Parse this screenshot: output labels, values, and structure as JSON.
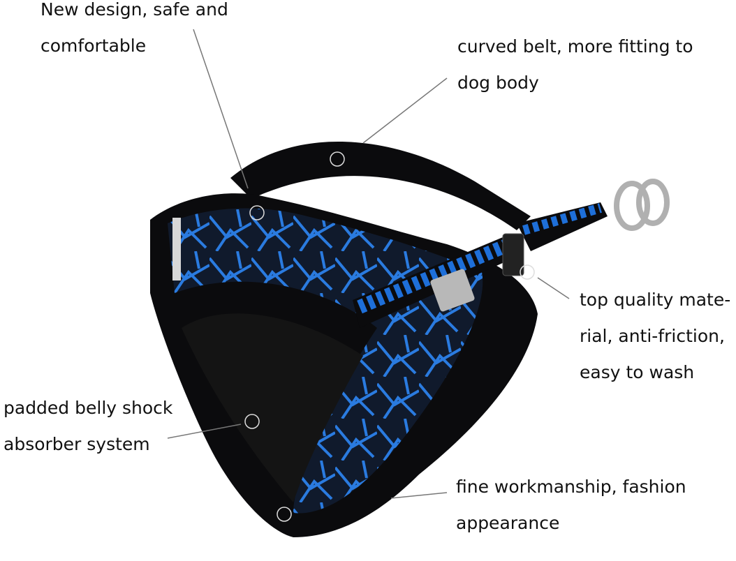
{
  "colors": {
    "harness": "#0b0b0d",
    "accent": "#1e6fd9",
    "line": "#777777"
  },
  "callouts": {
    "design": [
      "New design, safe and",
      "comfortable"
    ],
    "belt": [
      "curved belt, more fitting to",
      "dog body"
    ],
    "material": [
      "top quality mate-",
      "rial, anti-friction,",
      "easy to wash"
    ],
    "belly": [
      "padded belly shock",
      "absorber system"
    ],
    "workmanship": [
      "fine workmanship, fashion",
      "appearance"
    ]
  }
}
